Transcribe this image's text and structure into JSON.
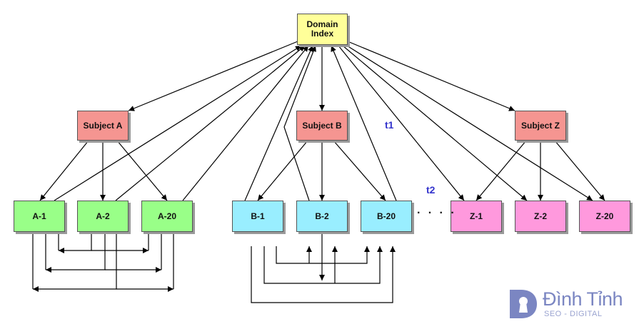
{
  "colors": {
    "index_fill": "#ffff99",
    "subject_fill": "#f59591",
    "group_a_fill": "#99ff88",
    "group_b_fill": "#99eeff",
    "group_z_fill": "#ff99dd",
    "edge": "#000000",
    "label": "#3333cc",
    "logo_primary": "#7b86c2",
    "logo_secondary": "#9aa3d0"
  },
  "nodes": {
    "index": "Domain\nIndex",
    "subject_a": "Subject  A",
    "subject_b": "Subject  B",
    "subject_z": "Subject  Z",
    "a1": "A-1",
    "a2": "A-2",
    "a20": "A-20",
    "b1": "B-1",
    "b2": "B-2",
    "b20": "B-20",
    "z1": "Z-1",
    "z2": "Z-2",
    "z20": "Z-20"
  },
  "labels": {
    "t1": "t1",
    "t2": "t2",
    "ellipsis": "· · · ·"
  },
  "logo": {
    "name": "Đình Tỉnh",
    "tagline": "SEO - DIGITAL",
    "icon": "keyhole-d-icon"
  }
}
